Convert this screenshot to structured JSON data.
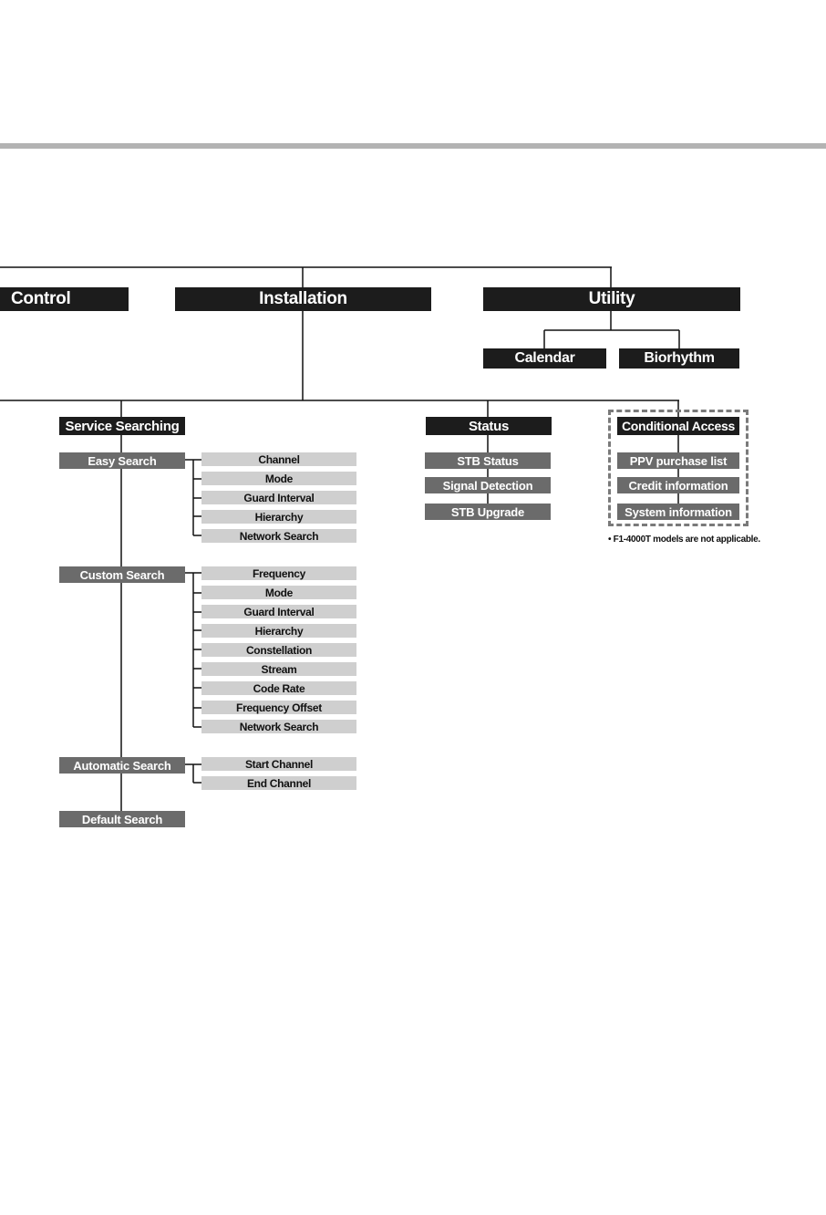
{
  "top_menu": {
    "control": "Control",
    "installation": "Installation",
    "utility": "Utility"
  },
  "utility": {
    "calendar": "Calendar",
    "biorhythm": "Biorhythm"
  },
  "installation": {
    "service_searching": {
      "title": "Service Searching",
      "easy_search": {
        "label": "Easy Search",
        "items": [
          "Channel",
          "Mode",
          "Guard Interval",
          "Hierarchy",
          "Network Search"
        ]
      },
      "custom_search": {
        "label": "Custom Search",
        "items": [
          "Frequency",
          "Mode",
          "Guard Interval",
          "Hierarchy",
          "Constellation",
          "Stream",
          "Code Rate",
          "Frequency Offset",
          "Network Search"
        ]
      },
      "automatic_search": {
        "label": "Automatic Search",
        "items": [
          "Start Channel",
          "End Channel"
        ]
      },
      "default_search": {
        "label": "Default Search"
      }
    },
    "status": {
      "title": "Status",
      "items": [
        "STB Status",
        "Signal Detection",
        "STB Upgrade"
      ]
    },
    "conditional_access": {
      "title": "Conditional Access",
      "items": [
        "PPV purchase list",
        "Credit information",
        "System information"
      ],
      "note": "• F1-4000T models are not applicable."
    }
  },
  "colors": {
    "level1": "#1c1c1c",
    "level3": "#6b6b6b",
    "level4": "#cfcfcf",
    "divider": "#b3b3b3"
  }
}
